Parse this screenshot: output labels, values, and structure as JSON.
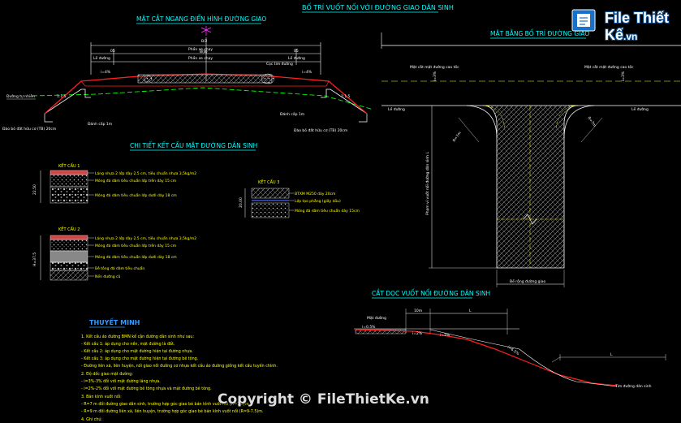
{
  "titles": {
    "main": "BỐ TRÍ VUỐT NỐI VỚI ĐƯỜNG GIAO DÂN SINH",
    "cross_section": "MẶT CẮT NGANG ĐIỂN HÌNH ĐƯỜNG GIAO",
    "plan": "MẶT BẰNG BỐ TRÍ ĐƯỜNG GIAO",
    "structure": "CHI TIẾT KẾT CẤU MẶT ĐƯỜNG DÂN SINH",
    "profile": "CẮT DỌC VUỐT NỐI ĐƯỜNG DÂN SINH",
    "notes": "THUYẾT MINH"
  },
  "cross_section_labels": {
    "b_top": "B/2",
    "b_mid": "B(B)",
    "lane1": "Phần xe chạy",
    "lane2": "Phần xe chạy",
    "shoulder_left": "Lề đường",
    "shoulder_right": "Lề đường",
    "dim_left": "05",
    "dim_right": "05",
    "slope_left": "i=4%",
    "slope_right": "i=4%",
    "slope_l": "1:1.5",
    "slope_r": "1:1.5",
    "center_mark": "Cọc tim đường",
    "ditch_left": "Đánh cấp 1m",
    "ditch_right": "Đánh cấp 1m",
    "base_left": "Đào bỏ đất hữu cơ (TB) 20cm",
    "base_right": "Đào bỏ đất hữu cơ (TB) 20cm",
    "natural": "Đường tự nhiên"
  },
  "structure_types": [
    {
      "name": "KẾT CẤU 1",
      "dim": "22.50",
      "layers": [
        "Láng nhựa 2 lớp dày 2,5 cm, tiêu chuẩn nhựa 3,5kg/m2",
        "Móng đá dăm tiêu chuẩn lớp trên dày 15 cm",
        "Móng đá dăm tiêu chuẩn lớp dưới dày 18 cm"
      ]
    },
    {
      "name": "KẾT CẤU 2",
      "dim": "H=37.5",
      "layers": [
        "Láng nhựa 2 lớp dày 2,5 cm, tiêu chuẩn nhựa 3,5kg/m2",
        "Móng đá dăm tiêu chuẩn lớp trên dày 15 cm",
        "Móng đá dăm tiêu chuẩn lớp dưới dày 18 cm",
        "Bê tông đá dăm tiêu chuẩn",
        "Nền đường cũ"
      ]
    },
    {
      "name": "KẾT CẤU 3",
      "dim": "20.00",
      "layers": [
        "BTXM M250 dày 20cm",
        "Lớp tạo phẳng (giấy dầu)",
        "Móng đá dăm tiêu chuẩn dày 15cm"
      ]
    }
  ],
  "plan_labels": {
    "edge_left": "Lề đường",
    "edge_right": "Lề đường",
    "side_left": "Mặt cắt mặt đường cao tốc",
    "side_right": "Mặt cắt mặt đường cao tốc",
    "slope_left": "i=3%",
    "slope_right": "i=3%",
    "radius_left": "R=7m",
    "radius_right": "R=7m",
    "vertical": "Phạm vi vuốt nối đường dân sinh L",
    "bottom": "Bề rộng đường giao"
  },
  "profile_labels": {
    "top_road": "Mặt đường",
    "grade": "i=0.5%",
    "seg1": "10m",
    "seg2": "L",
    "seg3": "L",
    "slope_a": "i=2%",
    "slope_b": "i=3%",
    "slope_c": "i=6.5%",
    "end": "Tim đường dân sinh"
  },
  "notes": [
    "1. Kết cấu áo đường BMN kế cận đường dân sinh như sau:",
    "- Kết cấu 1: áp dụng cho nền, mặt đường là đất.",
    "- Kết cấu 2: áp dụng cho mặt đường hiện tại đường nhựa.",
    "- Kết cấu 3: áp dụng cho mặt đường hiện tại đường bê tông.",
    "- Đường liên xã, liên huyện, nối giao nối đường cơ nhựa kết cấu áo đường giống kết cấu tuyến chính.",
    "2. Độ dốc giao mặt đường:",
    "- i=3%-3% đối với mặt đường láng nhựa.",
    "- i=2%-2% đối với mặt đường bê tông nhựa và mặt đường bê tông.",
    "3. Bán kính vuốt nối:",
    "- R=7 m đối đường giao dân sinh, trường hợp góc giao bé bán kính vuốt nối (R=7-8)m.",
    "- R=9 m đối đường liên xã, liên huyện, trường hợp góc giao bé bán kính vuốt nối (R=9-7.5)m.",
    "4. Ghi chú:"
  ],
  "watermark": {
    "logo_main": "File Thiết Kế",
    "logo_suffix": ".vn",
    "copyright": "Copyright © FileThietKe.vn"
  },
  "colors": {
    "background": "#000000",
    "title": "#00ffff",
    "line_white": "#ffffff",
    "pavement": "#ff2020",
    "ground": "#00ff00",
    "label": "#ffff00",
    "notes_title": "#3399ff"
  }
}
